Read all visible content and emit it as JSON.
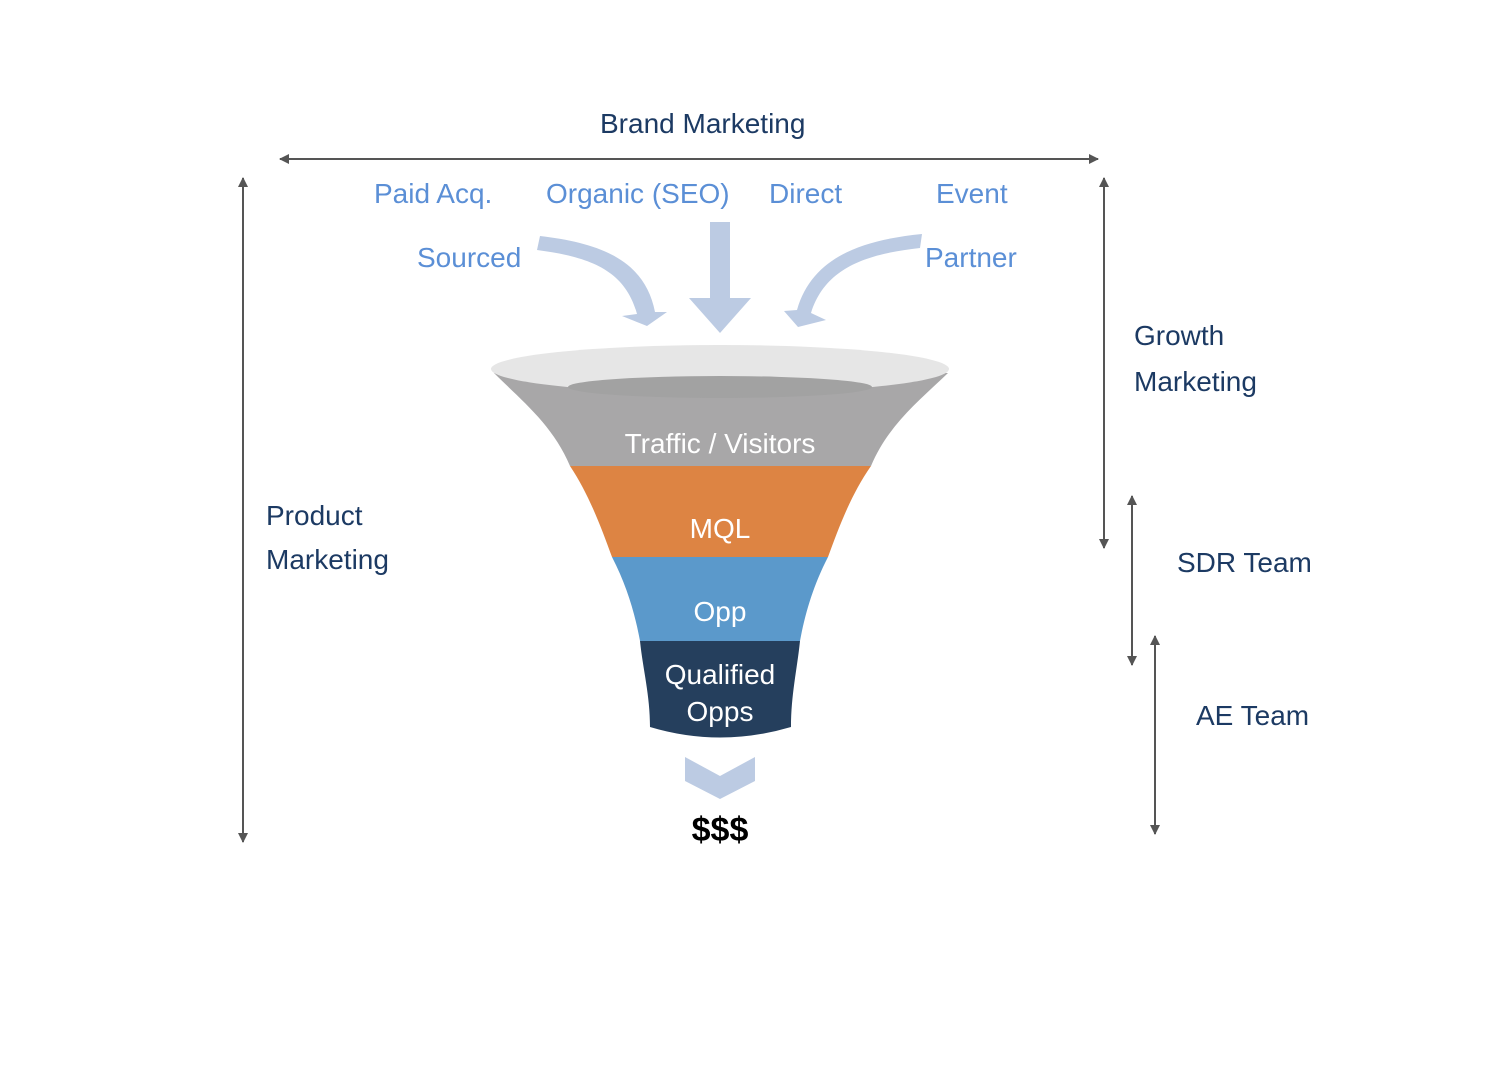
{
  "teams": {
    "brand": "Brand Marketing",
    "growth_line1": "Growth",
    "growth_line2": "Marketing",
    "product_line1": "Product",
    "product_line2": "Marketing",
    "sdr": "SDR Team",
    "ae": "AE Team"
  },
  "sources": {
    "paid": "Paid Acq.",
    "organic": "Organic (SEO)",
    "direct": "Direct",
    "event": "Event",
    "sourced": "Sourced",
    "partner": "Partner"
  },
  "funnel": {
    "stages": [
      {
        "label": "Traffic / Visitors",
        "color": "#a8a7a8"
      },
      {
        "label": "MQL",
        "color": "#dd8443"
      },
      {
        "label": "Opp",
        "color": "#5b99cb"
      },
      {
        "label_line1": "Qualified",
        "label_line2": "Opps",
        "color": "#253f5d"
      }
    ],
    "rim_color": "#e6e6e6",
    "inner_color": "#a2a2a2"
  },
  "outcome": "$$$",
  "colors": {
    "team_text": "#1c3a63",
    "source_text": "#5b8fd6",
    "flow_arrow": "#bccbe3",
    "bracket": "#555555"
  }
}
